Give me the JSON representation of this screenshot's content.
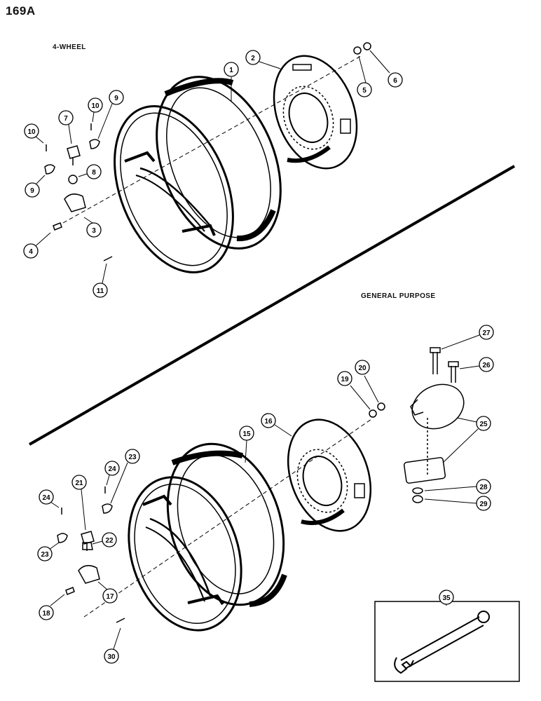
{
  "page_label": "169A",
  "sections": {
    "top": {
      "title": "4-WHEEL"
    },
    "bottom": {
      "title": "GENERAL PURPOSE"
    }
  },
  "callouts": [
    "1",
    "2",
    "3",
    "4",
    "5",
    "6",
    "7",
    "8",
    "9",
    "9",
    "10",
    "10",
    "11",
    "15",
    "16",
    "17",
    "18",
    "19",
    "20",
    "21",
    "22",
    "23",
    "23",
    "24",
    "24",
    "25",
    "26",
    "27",
    "28",
    "29",
    "30",
    "35"
  ]
}
